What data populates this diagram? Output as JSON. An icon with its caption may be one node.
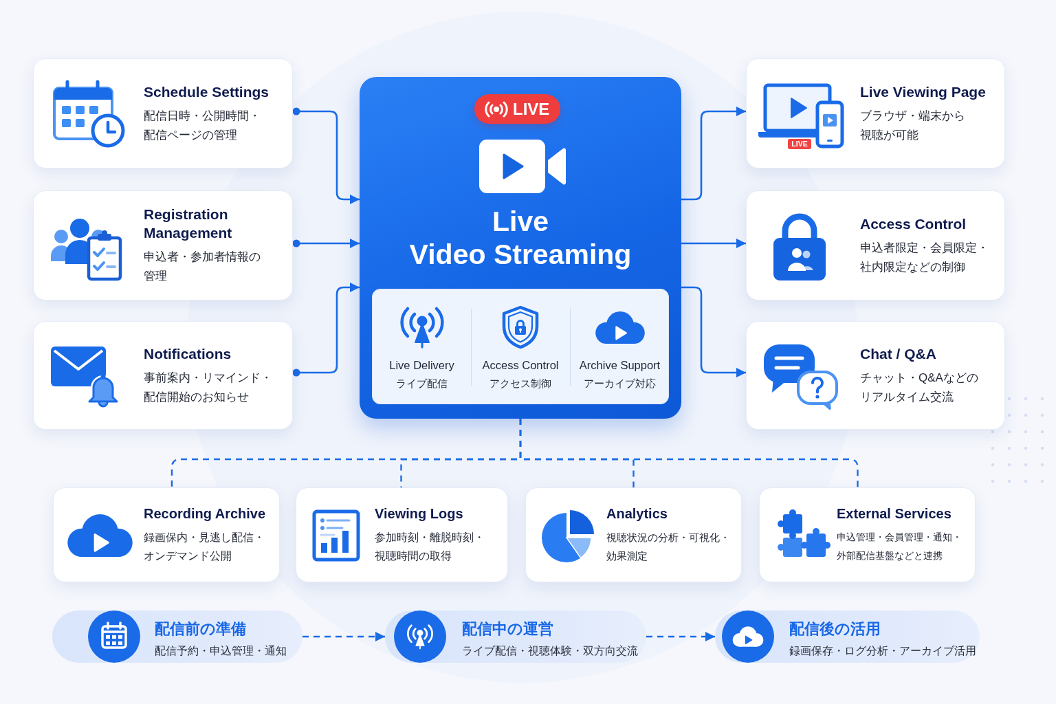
{
  "diagram": {
    "nodes": [
      {
        "text": [
          "Schedule Settings",
          "配信日時・公開時間・配信ページの管理"
        ]
      },
      {
        "text": [
          "Registration Management",
          "申込者・参加者情報の管理"
        ]
      },
      {
        "text": [
          "Notifications",
          "事前案内・リマインド・配信開始のお知らせ"
        ]
      },
      {
        "text": [
          "Live Video Streaming"
        ]
      },
      {
        "text": [
          "LIVE"
        ],
        "in": 3
      },
      {
        "text": [],
        "shape": "box",
        "in": 3
      },
      {
        "text": [
          "Live Delivery",
          "ライブ配信"
        ],
        "in": 5
      },
      {
        "text": [
          "Access Control",
          "アクセス制御"
        ],
        "in": 5
      },
      {
        "text": [
          "Archive Support",
          "アーカイブ対応"
        ],
        "in": 5
      },
      {
        "text": [
          "Live Viewing Page",
          "ブラウザ・端末から視聴が可能"
        ]
      },
      {
        "text": [
          "LIVE"
        ],
        "in": 9
      },
      {
        "text": [
          "Access Control",
          "申込者限定・会員限定・社内限定などの制御"
        ]
      },
      {
        "text": [
          "Chat / Q&A",
          "チャット・Q&Aなどのリアルタイム交流"
        ]
      },
      {
        "text": [
          "Recording Archive",
          "録画保内・見逃し配信・オンデマンド公開"
        ]
      },
      {
        "text": [
          "Viewing Logs",
          "参加時刻・離脱時刻・視聴時間の取得"
        ]
      },
      {
        "text": [
          "Analytics",
          "視聴状況の分析・可視化・効果測定"
        ]
      },
      {
        "text": [
          "External Services",
          "申込管理・会員管理・通知・外部配信基盤などと連携"
        ]
      },
      {
        "text": [
          "配信前の準備",
          "配信予約・申込管理・通知"
        ]
      },
      {
        "text": [
          "配信中の運営",
          "ライブ配信・視聴体験・双方向交流"
        ]
      },
      {
        "text": [
          "配信後の活用",
          "録画保存・ログ分析・アーカイブ活用"
        ]
      }
    ],
    "edges": [
      {
        "from": 0,
        "to": 3,
        "arrow": "to"
      },
      {
        "from": 1,
        "to": 3,
        "arrow": "to"
      },
      {
        "from": 2,
        "to": 3,
        "arrow": "to"
      },
      {
        "from": 3,
        "to": 9,
        "arrow": "to"
      },
      {
        "from": 3,
        "to": 11,
        "arrow": "to"
      },
      {
        "from": 3,
        "to": 12,
        "arrow": "to"
      },
      {
        "from": 3,
        "to": 13,
        "arrow": "none",
        "style": "dashed"
      },
      {
        "from": 3,
        "to": 14,
        "arrow": "none",
        "style": "dashed"
      },
      {
        "from": 3,
        "to": 15,
        "arrow": "none",
        "style": "dashed"
      },
      {
        "from": 3,
        "to": 16,
        "arrow": "none",
        "style": "dashed"
      },
      {
        "from": 17,
        "to": 18,
        "arrow": "to",
        "style": "dashed"
      },
      {
        "from": 18,
        "to": 19,
        "arrow": "to",
        "style": "dashed"
      }
    ]
  }
}
